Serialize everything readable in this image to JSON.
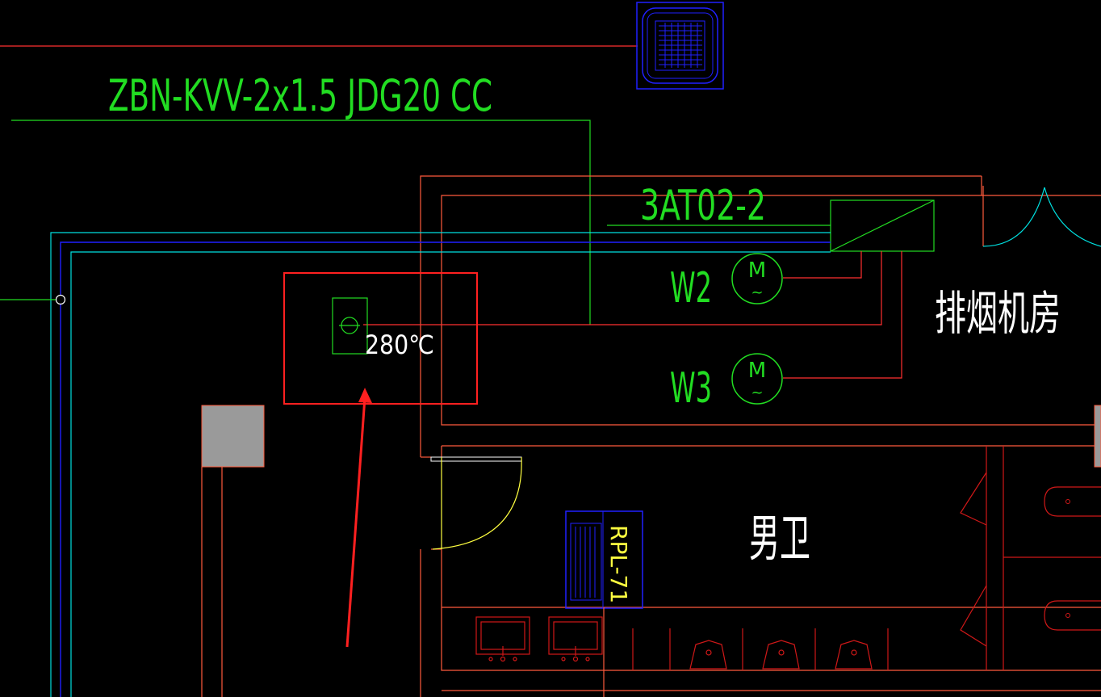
{
  "drawing": {
    "cable_label": "ZBN-KVV-2x1.5 JDG20 CC",
    "panel_label": "3AT02-2",
    "fan_w2_label": "W2",
    "fan_w3_label": "W3",
    "motor_symbol": "M",
    "motor_tilde": "~",
    "fire_damper_label": "280℃",
    "room_smoke_exhaust": "排烟机房",
    "room_mens_toilet": "男卫",
    "rp_box_label": "RPL-71"
  },
  "colors": {
    "background": "#000000",
    "wall": "#ff5a3c",
    "cable_green": "#22dd22",
    "cyan": "#00e0e0",
    "blue": "#2020ff",
    "yellow": "#ffff40",
    "white_text": "#ffffff",
    "highlight_red": "#ff2020",
    "fixture_red": "#d01818",
    "grey_column": "#9a9a9a"
  }
}
